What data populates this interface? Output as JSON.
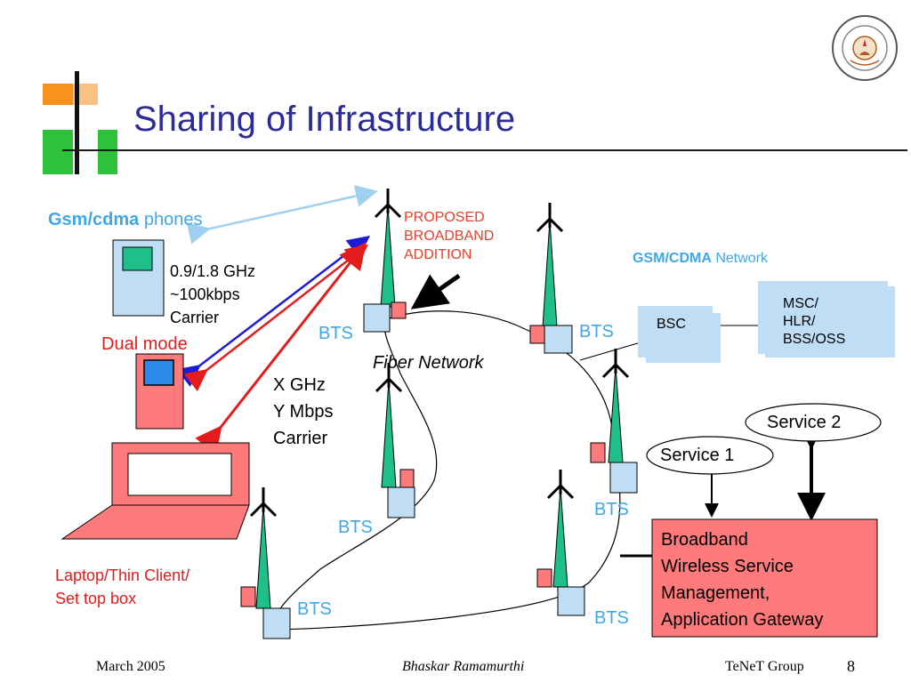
{
  "slide": {
    "title": "Sharing of Infrastructure",
    "logo_alt": "Indian Institute of Technology Madras",
    "colors": {
      "title": "#2B2B9C",
      "accent_orange": "#F7921E",
      "accent_green": "#2CC33A",
      "bts_label": "#3FA7E8",
      "tower": "#1FBF8C",
      "red_box": "#FF7A7A",
      "light_blue": "#BFDDF5"
    }
  },
  "phones": {
    "heading_bold": "Gsm/cdma",
    "heading_normal": " phones",
    "carrier_lines": [
      "0.9/1.8 GHz",
      "~100kbps",
      "Carrier"
    ],
    "dual_mode": "Dual mode"
  },
  "laptop": {
    "label_lines": [
      "Laptop/Thin Client/",
      "Set top box"
    ]
  },
  "broadband_carrier": {
    "lines": [
      "X GHz",
      "Y Mbps",
      "Carrier"
    ]
  },
  "proposed": {
    "lines": [
      "PROPOSED",
      "BROADBAND",
      "ADDITION"
    ]
  },
  "fiber_label": "Fiber Network",
  "bts_label": "BTS",
  "network": {
    "heading_bold": "GSM/CDMA",
    "heading_normal": " Network",
    "bsc": "BSC",
    "msc_lines": [
      "MSC/",
      "HLR/",
      "BSS/OSS"
    ]
  },
  "services": {
    "service1": "Service 1",
    "service2": "Service 2",
    "gateway_lines": [
      "Broadband",
      "Wireless Service",
      "Management,",
      "Application Gateway"
    ]
  },
  "footer": {
    "date": "March 2005",
    "author": "Bhaskar Ramamurthi",
    "group": "TeNeT Group",
    "page": "8"
  }
}
